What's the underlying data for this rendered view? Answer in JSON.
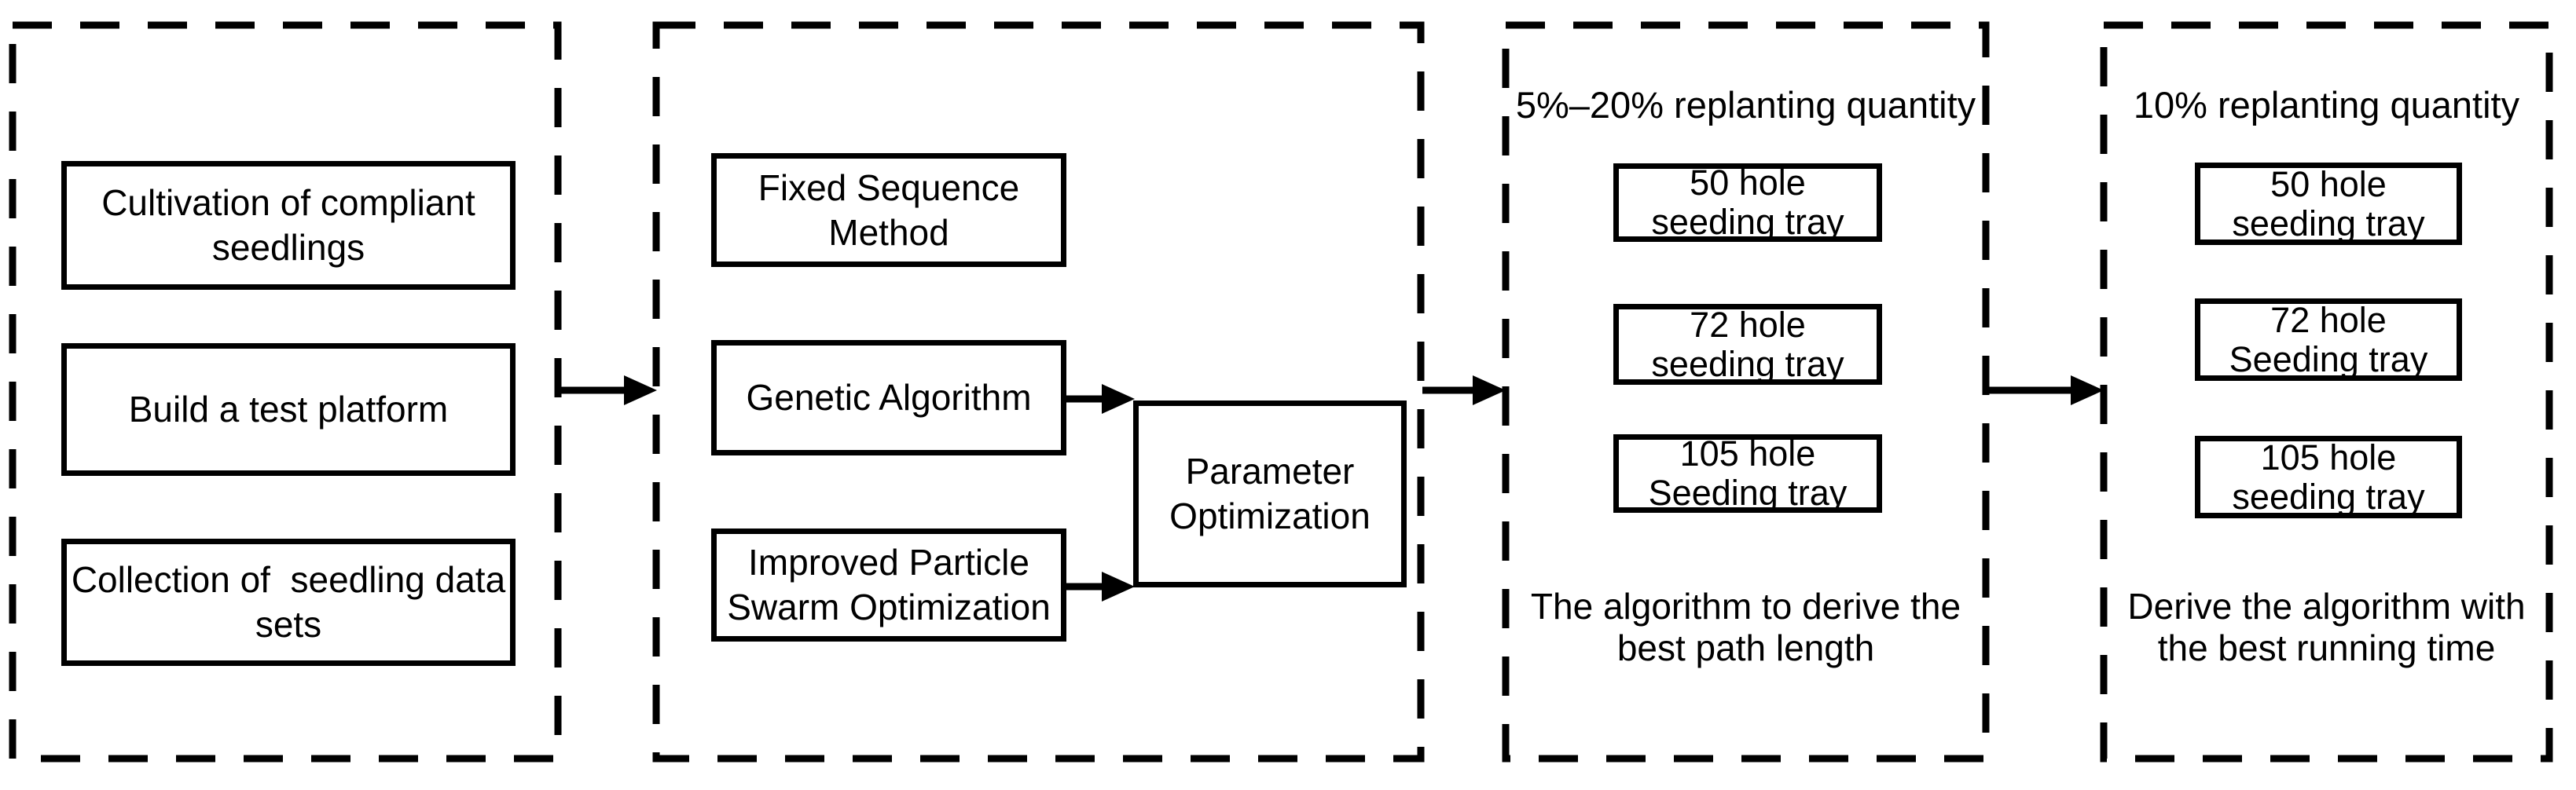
{
  "colors": {
    "ink": "#000000",
    "background": "#ffffff"
  },
  "stage1": {
    "box1": {
      "line1": "Cultivation of compliant",
      "line2": "seedlings"
    },
    "box2": {
      "line1": "Build a test platform"
    },
    "box3": {
      "line1": "Collection of  seedling data",
      "line2": "sets"
    }
  },
  "stage2": {
    "box1": {
      "line1": "Fixed Sequence",
      "line2": "Method"
    },
    "box2": {
      "line1": "Genetic Algorithm"
    },
    "box3": {
      "line1": "Improved Particle",
      "line2": "Swarm Optimization"
    },
    "side_box": {
      "line1": "Parameter",
      "line2": "Optimization"
    }
  },
  "stage3": {
    "title": "5%–20% replanting quantity",
    "box1": {
      "line1": "50 hole",
      "line2": "seeding tray"
    },
    "box2": {
      "line1": "72 hole",
      "line2": "seeding tray"
    },
    "box3": {
      "line1": "105 hole",
      "line2": "Seeding tray"
    },
    "caption": {
      "line1": "The algorithm to derive the",
      "line2": "best path length"
    }
  },
  "stage4": {
    "title": "10% replanting quantity",
    "box1": {
      "line1": "50 hole",
      "line2": "seeding tray"
    },
    "box2": {
      "line1": "72 hole",
      "line2": "Seeding tray"
    },
    "box3": {
      "line1": "105 hole",
      "line2": "seeding tray"
    },
    "caption": {
      "line1": "Derive the algorithm with",
      "line2": "the best running time"
    }
  },
  "arrows": {
    "stage1_to_stage2": "right-arrow",
    "genetic_to_parameter": "right-arrow",
    "swarm_to_parameter": "right-arrow",
    "stage2_to_stage3": "right-arrow",
    "stage3_to_stage4": "right-arrow"
  }
}
